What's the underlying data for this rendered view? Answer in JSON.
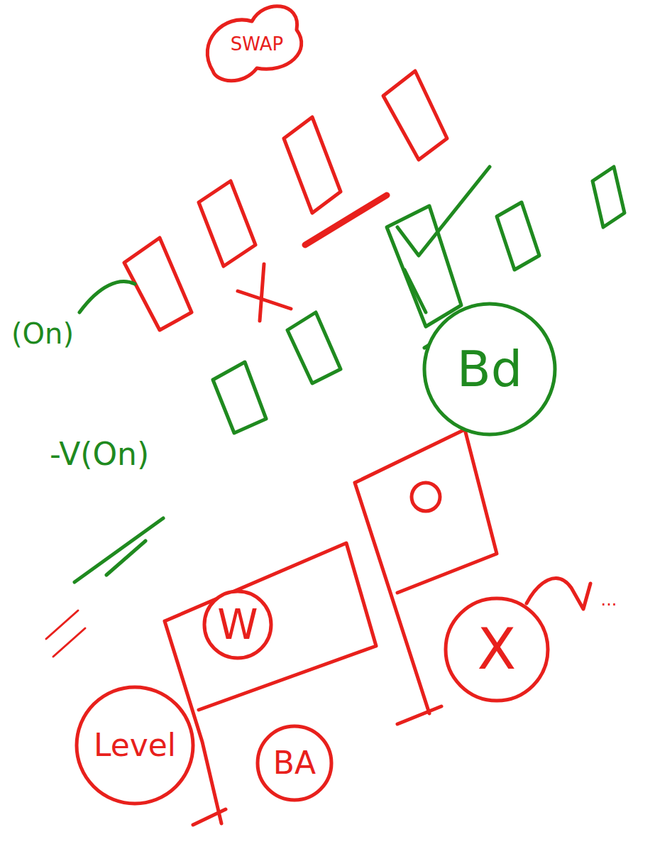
{
  "diagram": {
    "nodes": [
      {
        "text": [
          "Bd"
        ]
      },
      {
        "text": [
          "W"
        ]
      },
      {
        "text": [
          "Level"
        ]
      },
      {
        "text": [
          "BA"
        ]
      },
      {
        "text": [
          "X"
        ]
      }
    ],
    "labels": [
      "SWAP",
      "(On)",
      "-V(On)",
      "..."
    ]
  }
}
